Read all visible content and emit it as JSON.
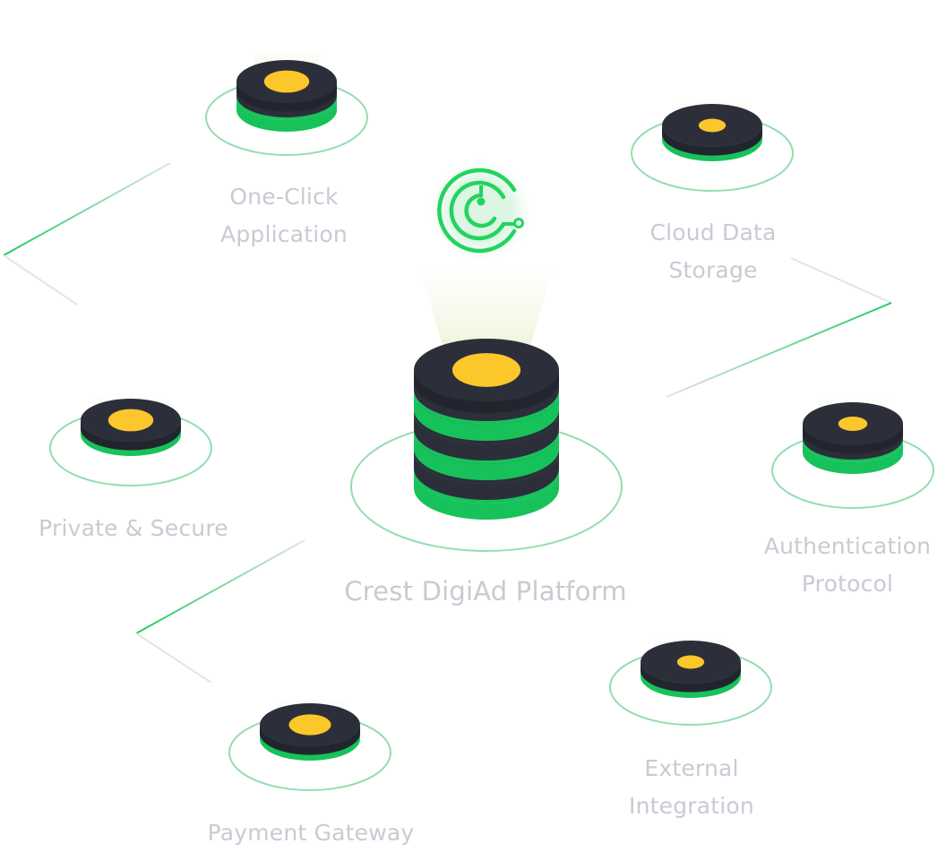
{
  "platform": {
    "title": "Crest DigiAd Platform",
    "logo": "crest-c-logo",
    "logo_color": "#22d45f"
  },
  "features": [
    {
      "id": "one-click",
      "lines": [
        "One-Click",
        "Application"
      ]
    },
    {
      "id": "cloud",
      "lines": [
        "Cloud Data",
        "Storage"
      ]
    },
    {
      "id": "private",
      "lines": [
        "Private & Secure"
      ]
    },
    {
      "id": "auth",
      "lines": [
        "Authentication",
        "Protocol"
      ]
    },
    {
      "id": "external",
      "lines": [
        "External",
        "Integration"
      ]
    },
    {
      "id": "payment",
      "lines": [
        "Payment Gateway"
      ]
    }
  ],
  "colors": {
    "stack_dark": "#2c2f3a",
    "stack_green": "#17c25a",
    "core_yellow": "#fbc72b",
    "ring": "#93ddb0",
    "label": "#c9cad3"
  }
}
